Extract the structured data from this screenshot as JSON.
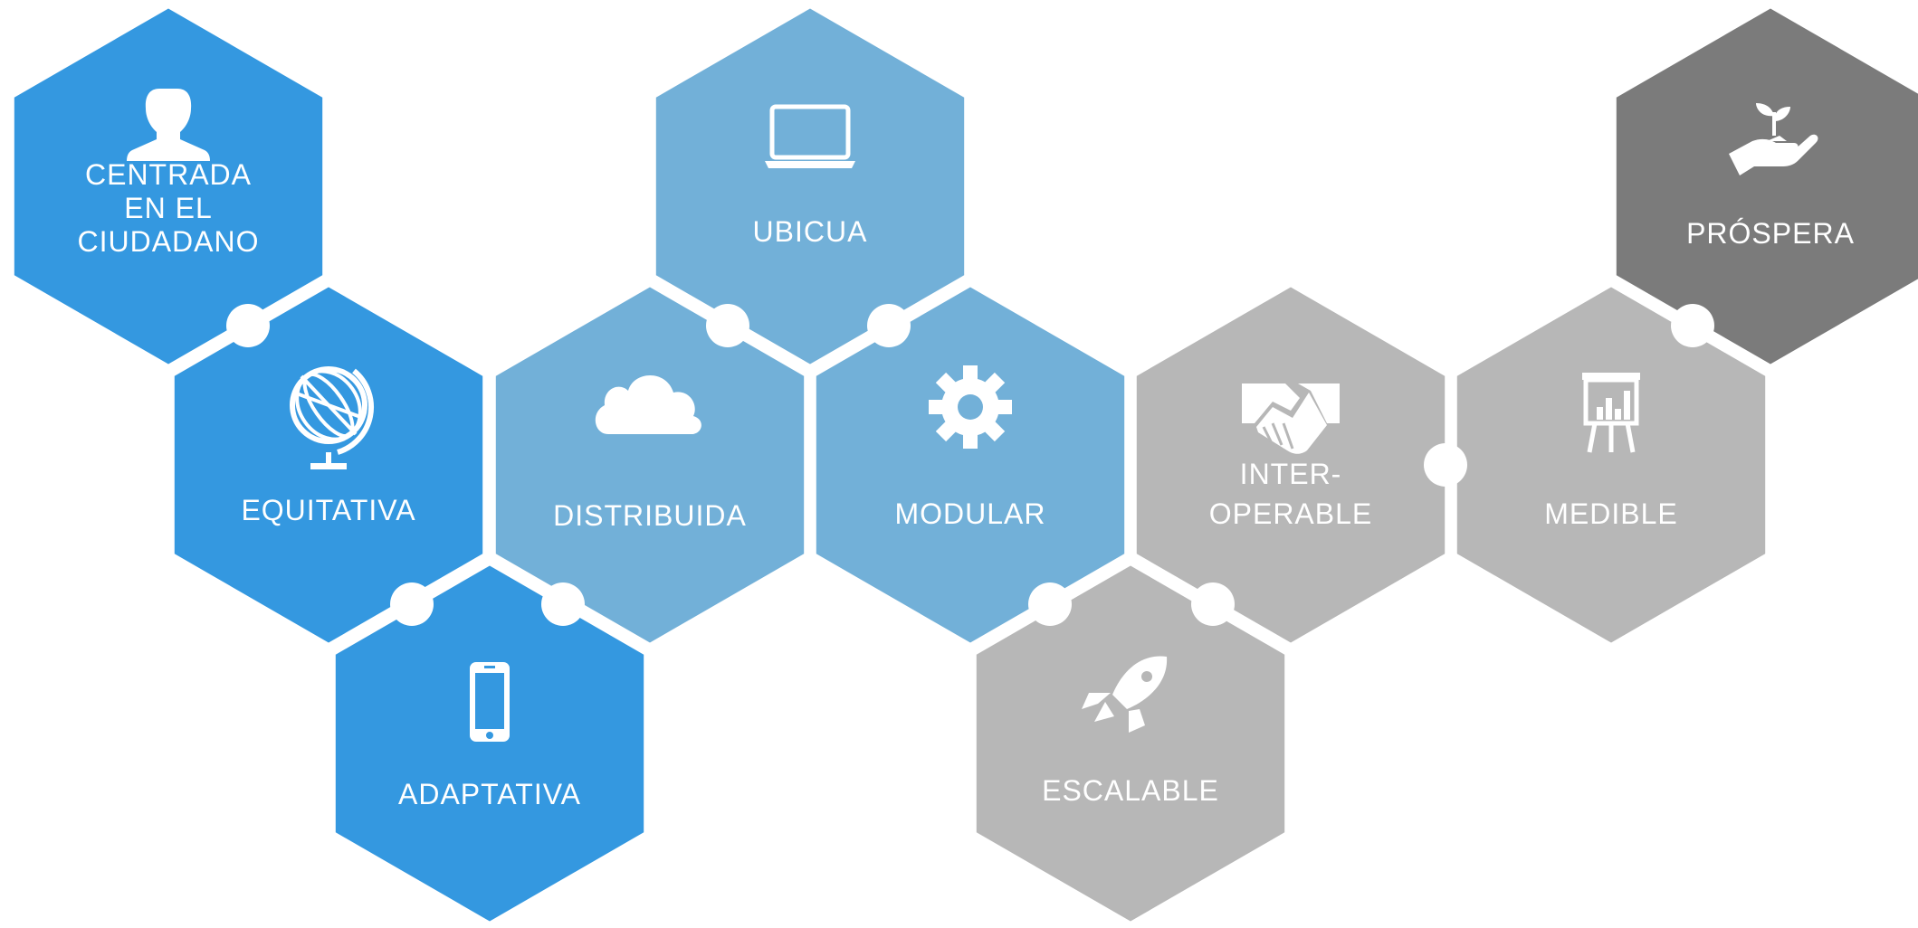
{
  "colors": {
    "blue": "#3498e0",
    "light_blue": "#72b0d8",
    "light_gray": "#b7b7b7",
    "dark_gray": "#7b7b7b",
    "background": "#ffffff",
    "text": "#ffffff"
  },
  "hexagons": [
    {
      "id": "centrada",
      "lines": [
        "CENTRADA",
        "EN EL",
        "CIUDADANO"
      ],
      "color": "blue",
      "icon": "person-icon"
    },
    {
      "id": "equitativa",
      "lines": [
        "EQUITATIVA"
      ],
      "color": "blue",
      "icon": "globe-icon"
    },
    {
      "id": "adaptativa",
      "lines": [
        "ADAPTATIVA"
      ],
      "color": "blue",
      "icon": "smartphone-icon"
    },
    {
      "id": "ubicua",
      "lines": [
        "UBICUA"
      ],
      "color": "light_blue",
      "icon": "laptop-icon"
    },
    {
      "id": "distribuida",
      "lines": [
        "DISTRIBUIDA"
      ],
      "color": "light_blue",
      "icon": "cloud-icon"
    },
    {
      "id": "modular",
      "lines": [
        "MODULAR"
      ],
      "color": "light_blue",
      "icon": "gear-icon"
    },
    {
      "id": "escalable",
      "lines": [
        "ESCALABLE"
      ],
      "color": "light_gray",
      "icon": "rocket-icon"
    },
    {
      "id": "interoperable",
      "lines": [
        "INTER-",
        "OPERABLE"
      ],
      "color": "light_gray",
      "icon": "handshake-icon"
    },
    {
      "id": "medible",
      "lines": [
        "MEDIBLE"
      ],
      "color": "light_gray",
      "icon": "presentation-chart-icon"
    },
    {
      "id": "prospera",
      "lines": [
        "PRÓSPERA"
      ],
      "color": "dark_gray",
      "icon": "hand-seedling-icon"
    }
  ]
}
